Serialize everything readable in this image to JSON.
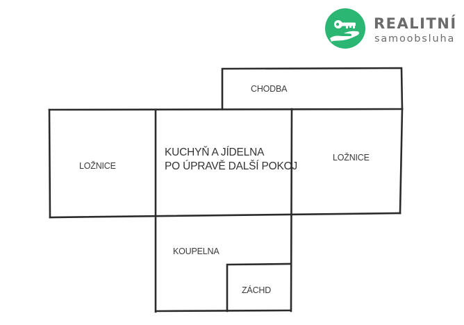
{
  "logo": {
    "title": "REALITNÍ",
    "subtitle": "samoobsluha",
    "icon": "key-in-hand-icon",
    "brand_color": "#2cb673",
    "text_color": "#6b6b6b"
  },
  "floor_plan": {
    "line_color": "#2b2b2b",
    "rooms": [
      {
        "id": "chodba",
        "label": "CHODBA"
      },
      {
        "id": "loznice-left",
        "label": "LOŽNICE"
      },
      {
        "id": "kuchyn",
        "label_line1": "KUCHYŇ A JÍDELNA",
        "label_line2": "PO ÚPRAVĚ DALŠÍ POKOJ"
      },
      {
        "id": "loznice-right",
        "label": "LOŽNICE"
      },
      {
        "id": "koupelna",
        "label": "KOUPELNA"
      },
      {
        "id": "zachod",
        "label": "ZÁCHD"
      }
    ]
  }
}
